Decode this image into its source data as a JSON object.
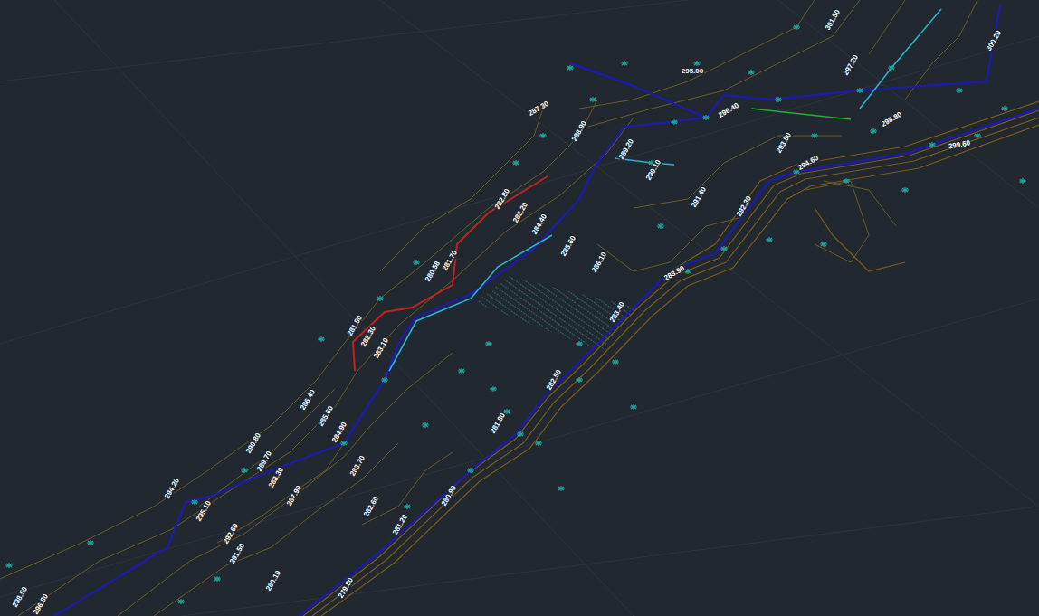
{
  "diagram": {
    "labels": [
      "298.50",
      "296.80",
      "294.20",
      "295.10",
      "292.60",
      "291.50",
      "290.80",
      "289.70",
      "288.30",
      "287.90",
      "286.40",
      "285.60",
      "284.90",
      "283.70",
      "282.60",
      "281.50",
      "282.30",
      "283.10",
      "280.58",
      "281.70",
      "282.80",
      "283.20",
      "284.40",
      "285.60",
      "286.10",
      "287.30",
      "288.90",
      "289.20",
      "290.10",
      "291.40",
      "292.30",
      "293.50",
      "294.60",
      "295.00",
      "296.40",
      "297.20",
      "298.80",
      "299.60",
      "300.20",
      "301.50",
      "281.20",
      "280.90",
      "281.80",
      "282.50",
      "283.40",
      "279.80",
      "280.10",
      "283.90"
    ]
  }
}
